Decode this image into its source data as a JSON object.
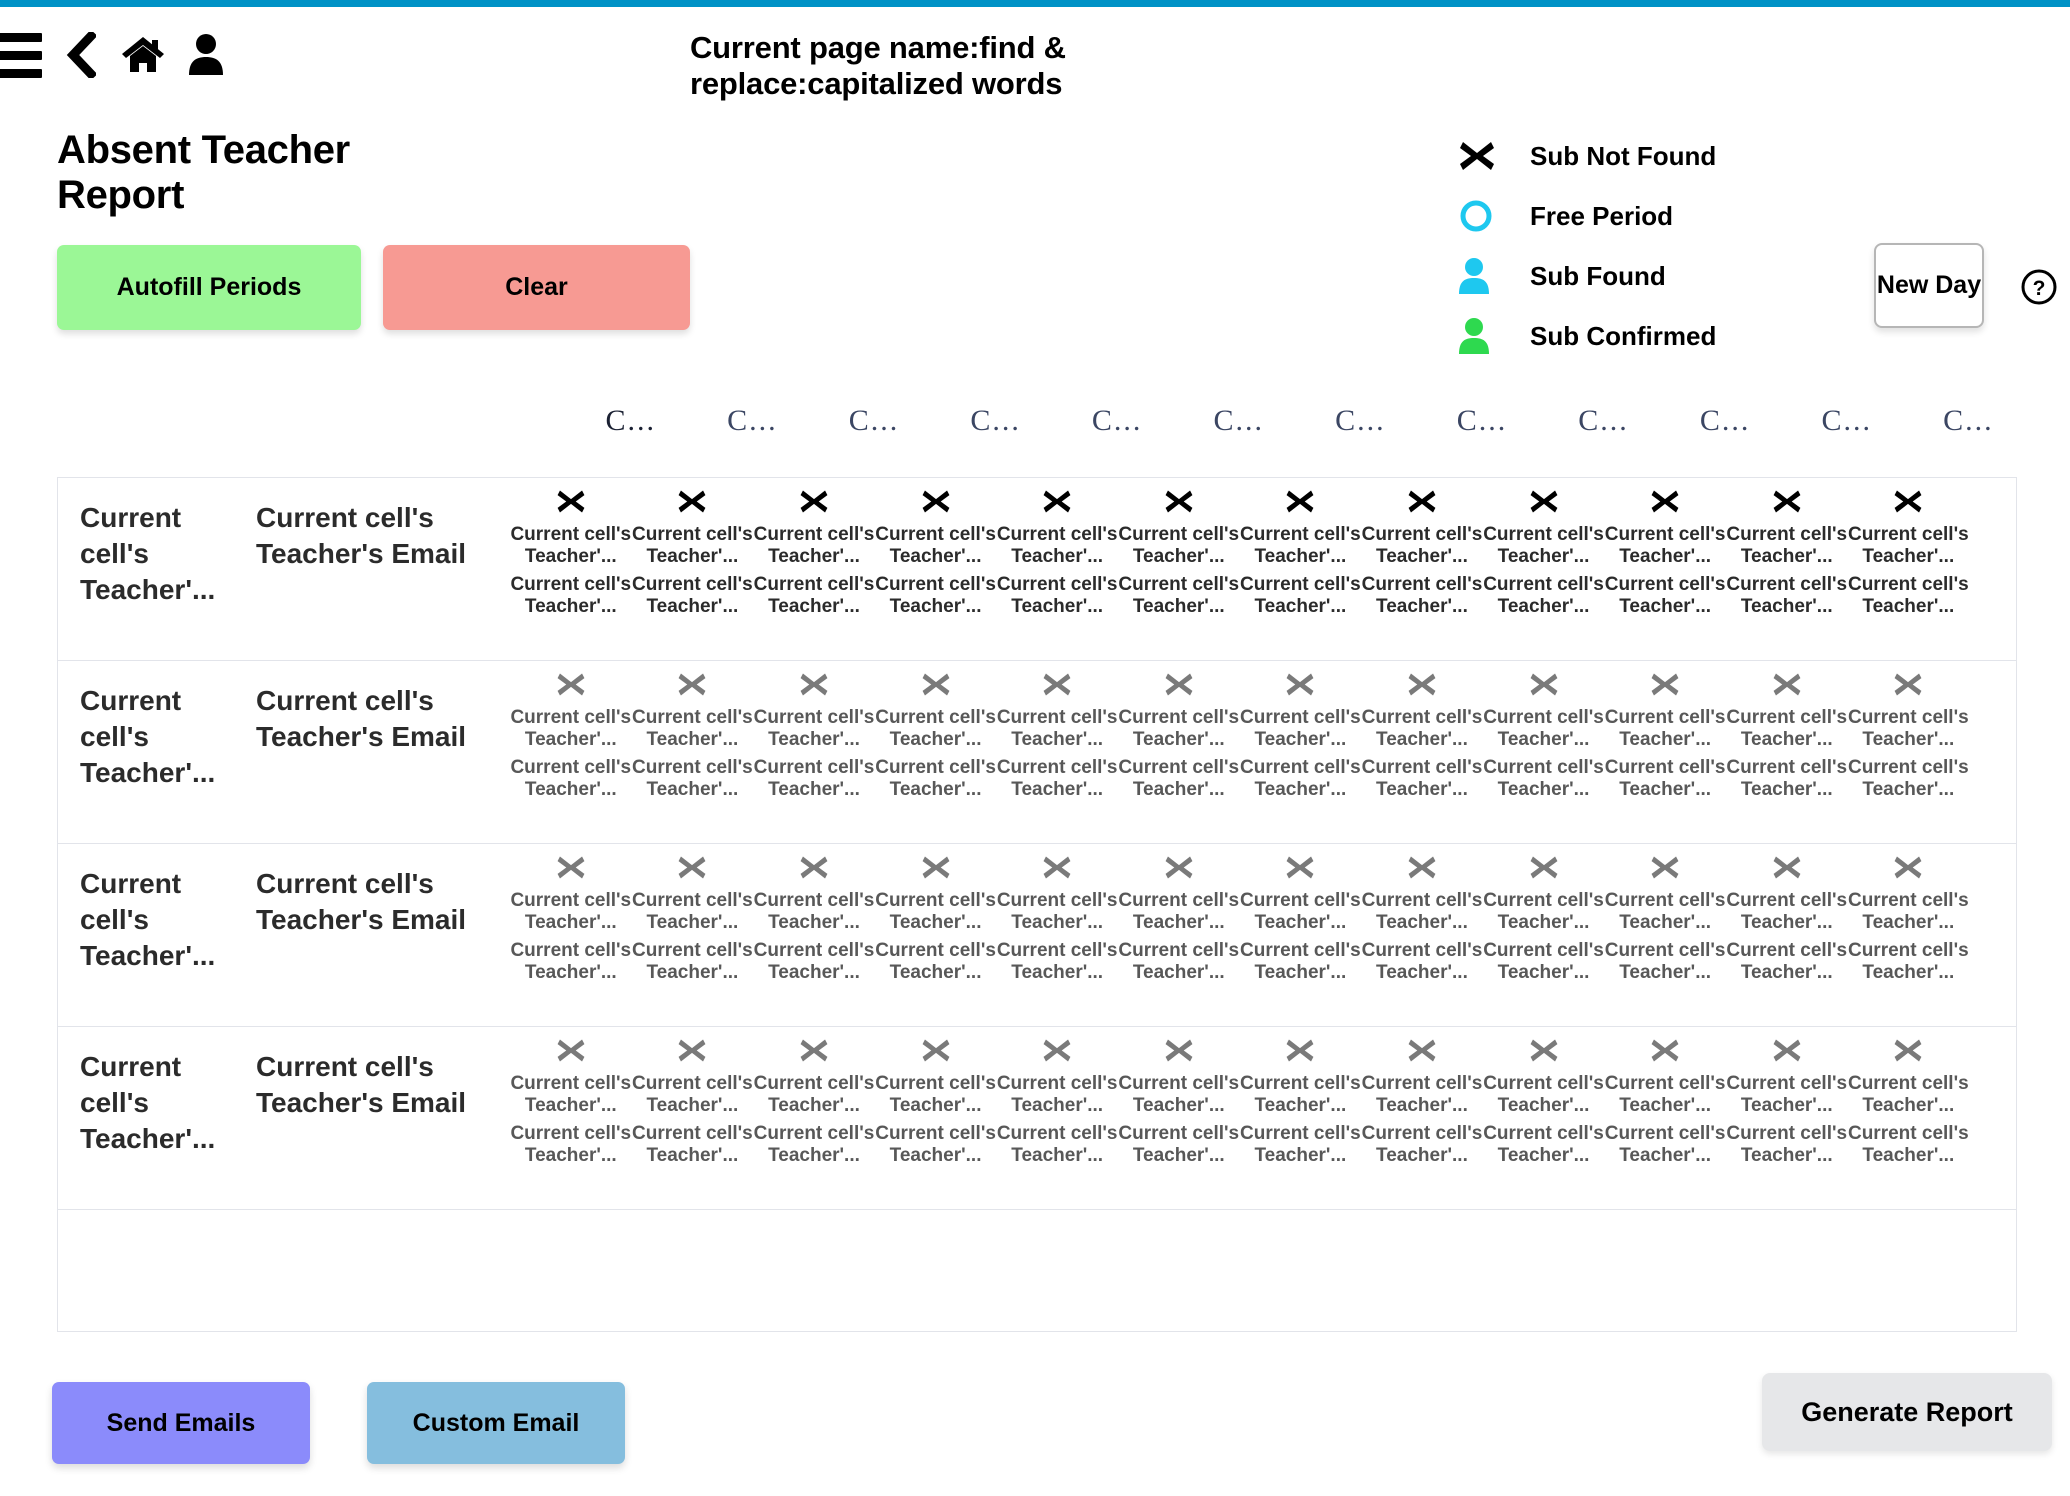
{
  "accent_color": "#0092c6",
  "navbar": {
    "icons": [
      {
        "name": "hamburger-menu-icon",
        "label": "Menu"
      },
      {
        "name": "back-chevron-icon",
        "label": "Back"
      },
      {
        "name": "home-icon",
        "label": "Home"
      },
      {
        "name": "user-profile-icon",
        "label": "Profile"
      }
    ]
  },
  "header": {
    "page_name": "Current page name:find & replace:capitalized words",
    "report_title": "Absent Teacher Report"
  },
  "toolbar": {
    "autofill_label": "Autofill Periods",
    "autofill_color": "#9bf796",
    "clear_label": "Clear",
    "clear_color": "#f79a93",
    "new_day_label": "New Day",
    "help_label": "?"
  },
  "legend": {
    "items": [
      {
        "icon": "x-mark-icon",
        "label": "Sub Not Found",
        "color": "#000000"
      },
      {
        "icon": "circle-outline-icon",
        "label": "Free Period",
        "color": "#1ec8ef"
      },
      {
        "icon": "person-icon",
        "label": "Sub Found",
        "color": "#1ec8ef"
      },
      {
        "icon": "person-icon",
        "label": "Sub Confirmed",
        "color": "#2ed94f"
      }
    ]
  },
  "table": {
    "column_headers": [
      "C...",
      "C...",
      "C...",
      "C...",
      "C...",
      "C...",
      "C...",
      "C...",
      "C...",
      "C...",
      "C...",
      "C..."
    ],
    "column_header_color": "#3b4663",
    "row_name_text": "Current cell's Teacher'...",
    "row_email_text": "Current cell's Teacher's Email",
    "cell_text": "Current cell's Teacher'...",
    "cell_text_overlap": "Current cell's Teacher'...",
    "rows": [
      {
        "status": "active",
        "x_color": "#000000",
        "text_color": "#2b2b2b"
      },
      {
        "status": "muted",
        "x_color": "#7a7a7a",
        "text_color": "#585858"
      },
      {
        "status": "muted",
        "x_color": "#7a7a7a",
        "text_color": "#585858"
      },
      {
        "status": "muted",
        "x_color": "#7a7a7a",
        "text_color": "#585858"
      }
    ]
  },
  "footer": {
    "send_emails_label": "Send Emails",
    "send_emails_color": "#8b8bfb",
    "custom_email_label": "Custom Email",
    "custom_email_color": "#85bede",
    "generate_report_label": "Generate Report",
    "generate_report_color": "#e6e7e9"
  }
}
